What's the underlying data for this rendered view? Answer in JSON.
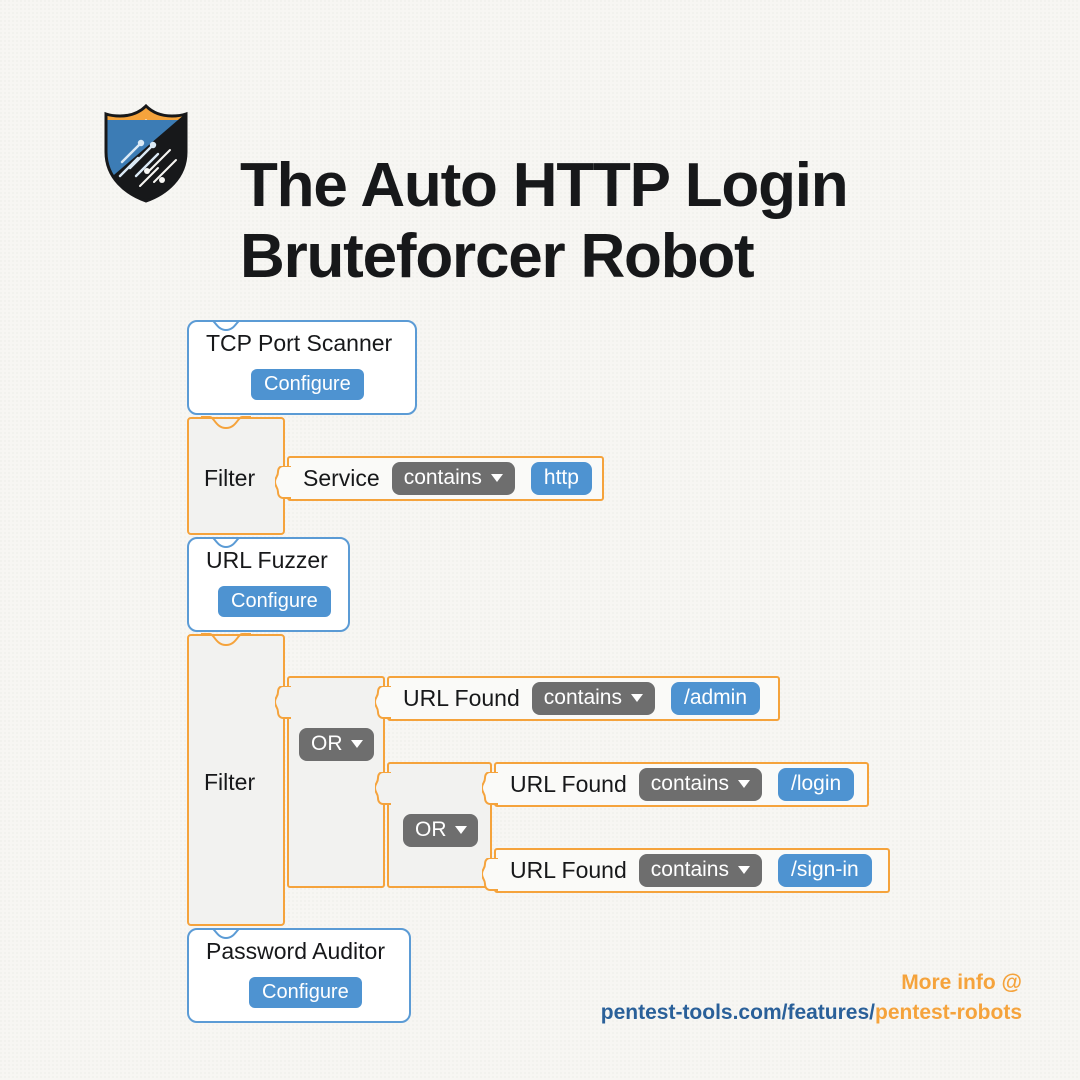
{
  "header": {
    "title": "The Auto HTTP Login\nBruteforcer Robot",
    "logo_icon": "shield-logo-icon"
  },
  "colors": {
    "background": "#f7f6f3",
    "tool_border": "#5b9bd5",
    "filter_border": "#f5a33c",
    "accent_blue": "#4e93d1",
    "dropdown_gray": "#6e6e6e",
    "filter_fill": "#f2f2f0",
    "row_fill": "#fafaf8",
    "text": "#17181a",
    "footer_orange": "#f5a33c",
    "footer_blue": "#2a6099"
  },
  "workflow": {
    "steps": [
      {
        "id": "tcp-port-scanner",
        "type": "tool",
        "title": "TCP Port Scanner",
        "configure_label": "Configure"
      },
      {
        "id": "filter-service",
        "type": "filter",
        "label": "Filter",
        "conditions": [
          {
            "field": "Service",
            "operator": "contains",
            "value": "http"
          }
        ]
      },
      {
        "id": "url-fuzzer",
        "type": "tool",
        "title": "URL Fuzzer",
        "configure_label": "Configure"
      },
      {
        "id": "filter-url-found",
        "type": "filter",
        "label": "Filter",
        "logic_operators": [
          "OR",
          "OR"
        ],
        "conditions": [
          {
            "field": "URL Found",
            "operator": "contains",
            "value": "/admin"
          },
          {
            "field": "URL Found",
            "operator": "contains",
            "value": "/login"
          },
          {
            "field": "URL Found",
            "operator": "contains",
            "value": "/sign-in"
          }
        ]
      },
      {
        "id": "password-auditor",
        "type": "tool",
        "title": "Password Auditor",
        "configure_label": "Configure"
      }
    ]
  },
  "footer": {
    "more_info": "More info @",
    "url_base": "pentest-tools.com/features/",
    "url_highlight": "pentest-robots"
  }
}
